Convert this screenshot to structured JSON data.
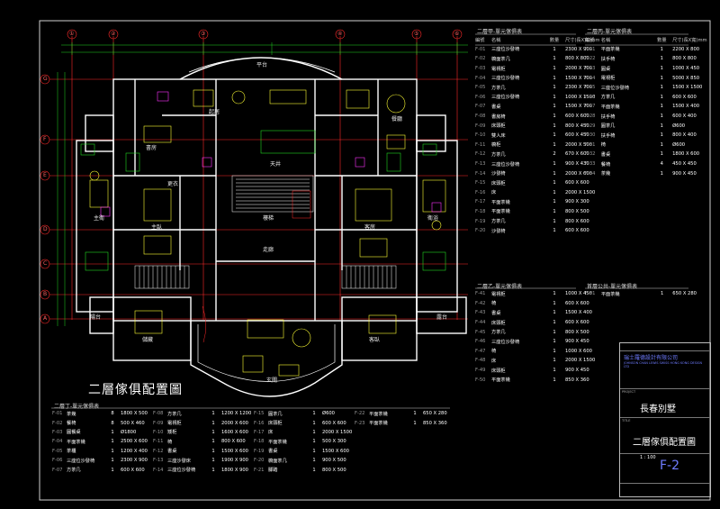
{
  "drawing": {
    "grid_columns": [
      "①",
      "②",
      "③",
      "④",
      "⑤",
      "⑥"
    ],
    "grid_rows": [
      "G",
      "F",
      "E",
      "D",
      "C",
      "B",
      "A"
    ],
    "plan_title": "二層傢俱配置圖",
    "room_labels": [
      "平台",
      "起居",
      "餐廳",
      "書房",
      "主臥",
      "主衛",
      "更衣",
      "客房",
      "樓梯",
      "走廊",
      "陽台",
      "露台",
      "儲藏",
      "客臥",
      "衛浴",
      "天井",
      "玄關"
    ]
  },
  "schedules": {
    "unit_a": {
      "title": "二層甲-單元傢俱表",
      "headers": [
        "編號",
        "名稱",
        "數量",
        "尺寸(長X寬)mm"
      ],
      "rows": [
        [
          "F-01",
          "三座位沙發椅",
          "1",
          "2300 X 900"
        ],
        [
          "F-02",
          "櫥面茶几",
          "1",
          "800 X 800"
        ],
        [
          "F-03",
          "電視柜",
          "1",
          "2000 X 700"
        ],
        [
          "F-04",
          "三座位沙發椅",
          "1",
          "1500 X 700"
        ],
        [
          "F-05",
          "方茶几",
          "1",
          "2300 X 700"
        ],
        [
          "F-06",
          "三座位沙發椅",
          "1",
          "1000 X 1500"
        ],
        [
          "F-07",
          "書桌",
          "1",
          "1500 X 700"
        ],
        [
          "F-08",
          "書房椅",
          "1",
          "600 X 600"
        ],
        [
          "F-09",
          "床頭柜",
          "1",
          "800 X 450"
        ],
        [
          "F-10",
          "雙人床",
          "1",
          "600 X 450"
        ],
        [
          "F-11",
          "櫥柜",
          "1",
          "2000 X 500"
        ],
        [
          "F-12",
          "方茶几",
          "2",
          "670 X 600"
        ],
        [
          "F-13",
          "三座位沙發椅",
          "1",
          "900 X 430"
        ],
        [
          "F-14",
          "沙發椅",
          "1",
          "2000 X 600"
        ],
        [
          "F-15",
          "床頭柜",
          "1",
          "600 X 600"
        ],
        [
          "F-16",
          "床",
          "1",
          "2000 X 1500"
        ],
        [
          "F-17",
          "平面茶幾",
          "1",
          "900 X 300"
        ],
        [
          "F-18",
          "平面茶幾",
          "1",
          "800 X 500"
        ],
        [
          "F-19",
          "方茶几",
          "1",
          "800 X 600"
        ],
        [
          "F-20",
          "沙發椅",
          "1",
          "600 X 600"
        ]
      ]
    },
    "unit_b": {
      "title": "二層丙-單元傢俱表",
      "headers": [
        "編號",
        "名稱",
        "數量",
        "尺寸(長X寬)mm"
      ],
      "rows": [
        [
          "F-21",
          "平面茶幾",
          "1",
          "2200 X 800"
        ],
        [
          "F-22",
          "扶手椅",
          "1",
          "800 X 800"
        ],
        [
          "F-23",
          "圓桌",
          "1",
          "1000 X 450"
        ],
        [
          "F-24",
          "電視柜",
          "1",
          "5000 X 850"
        ],
        [
          "F-25",
          "三座位沙發椅",
          "1",
          "1500 X 1500"
        ],
        [
          "F-26",
          "方茶几",
          "1",
          "600 X 600"
        ],
        [
          "F-27",
          "平面茶幾",
          "1",
          "1500 X 400"
        ],
        [
          "F-28",
          "扶手椅",
          "1",
          "600 X 400"
        ],
        [
          "F-29",
          "圓茶几",
          "1",
          "Ø600"
        ],
        [
          "F-30",
          "扶手椅",
          "1",
          "800 X 400"
        ],
        [
          "F-31",
          "椅",
          "1",
          "Ø600"
        ],
        [
          "F-32",
          "書桌",
          "1",
          "1800 X 600"
        ],
        [
          "F-33",
          "餐椅",
          "4",
          "450 X 450"
        ],
        [
          "F-34",
          "茶幾",
          "1",
          "900 X 450"
        ]
      ]
    },
    "unit_c": {
      "title": "二層乙-單元傢俱表",
      "rows": [
        [
          "F-41",
          "電視柜",
          "1",
          "1000 X 450"
        ],
        [
          "F-42",
          "椅",
          "1",
          "600 X 600"
        ],
        [
          "F-43",
          "書桌",
          "1",
          "1500 X 400"
        ],
        [
          "F-44",
          "床頭柜",
          "1",
          "600 X 600"
        ],
        [
          "F-45",
          "方茶几",
          "1",
          "800 X 500"
        ],
        [
          "F-46",
          "三座位沙發椅",
          "1",
          "900 X 450"
        ],
        [
          "F-47",
          "椅",
          "1",
          "1000 X 600"
        ],
        [
          "F-48",
          "床",
          "1",
          "2000 X 1500"
        ],
        [
          "F-49",
          "床頭柜",
          "1",
          "900 X 450"
        ],
        [
          "F-50",
          "平面茶幾",
          "1",
          "850 X 360"
        ]
      ]
    },
    "public": {
      "title": "首層公共-單元傢俱表",
      "rows": [
        [
          "F-51",
          "平面茶幾",
          "1",
          "650 X 280"
        ]
      ]
    },
    "unit_d": {
      "title": "二層丁-單元傢俱表",
      "col1": [
        [
          "F-01",
          "茶幾",
          "8",
          "1800 X 500"
        ],
        [
          "F-02",
          "餐椅",
          "8",
          "500 X 460"
        ],
        [
          "F-03",
          "圓餐桌",
          "1",
          "Ø1800"
        ],
        [
          "F-04",
          "平面茶幾",
          "1",
          "2500 X 600"
        ],
        [
          "F-05",
          "茶櫃",
          "1",
          "1200 X 400"
        ],
        [
          "F-06",
          "三座位沙發椅",
          "1",
          "2300 X 900"
        ],
        [
          "F-07",
          "方茶几",
          "1",
          "600 X 600"
        ]
      ],
      "col2": [
        [
          "F-08",
          "方茶几",
          "1",
          "1200 X 1200"
        ],
        [
          "F-09",
          "電視柜",
          "1",
          "2000 X 600"
        ],
        [
          "F-10",
          "矮柜",
          "1",
          "1600 X 600"
        ],
        [
          "F-11",
          "椅",
          "1",
          "800 X 600"
        ],
        [
          "F-12",
          "書桌",
          "1",
          "1500 X 600"
        ],
        [
          "F-13",
          "三座沙發床",
          "1",
          "1900 X 900"
        ],
        [
          "F-14",
          "三座位沙發椅",
          "1",
          "1800 X 900"
        ]
      ],
      "col3": [
        [
          "F-15",
          "圓茶几",
          "1",
          "Ø600"
        ],
        [
          "F-16",
          "床頭柜",
          "1",
          "600 X 600"
        ],
        [
          "F-17",
          "床",
          "1",
          "2000 X 1500"
        ],
        [
          "F-18",
          "平面茶幾",
          "1",
          "500 X 300"
        ],
        [
          "F-19",
          "書桌",
          "1",
          "1500 X 600"
        ],
        [
          "F-20",
          "櫥面茶几",
          "1",
          "900 X 500"
        ],
        [
          "F-21",
          "腳踏",
          "1",
          "800 X 500"
        ]
      ],
      "col4": [
        [
          "F-22",
          "平面茶幾",
          "1",
          "650 X 280"
        ],
        [
          "F-23",
          "平面茶幾",
          "1",
          "850 X 360"
        ]
      ]
    }
  },
  "title_block": {
    "company_cn": "瑞士羅德設計有限公司",
    "company_en": "JOHNSON CHAN LEWIS SWISS HONG KONG DESIGN LTD",
    "project": "長春別墅",
    "drawing_title": "二層傢俱配置圖",
    "scale": "1 : 100",
    "drawing_no": "F-2",
    "label_project": "PROJECT",
    "label_title": "TITLE"
  },
  "colors": {
    "wall": "#ffffff",
    "grid": "#ff2a2a",
    "dim": "#22d722",
    "furniture": "#ffff33",
    "accent": "#ff33ff",
    "blue": "#3b4dff"
  }
}
